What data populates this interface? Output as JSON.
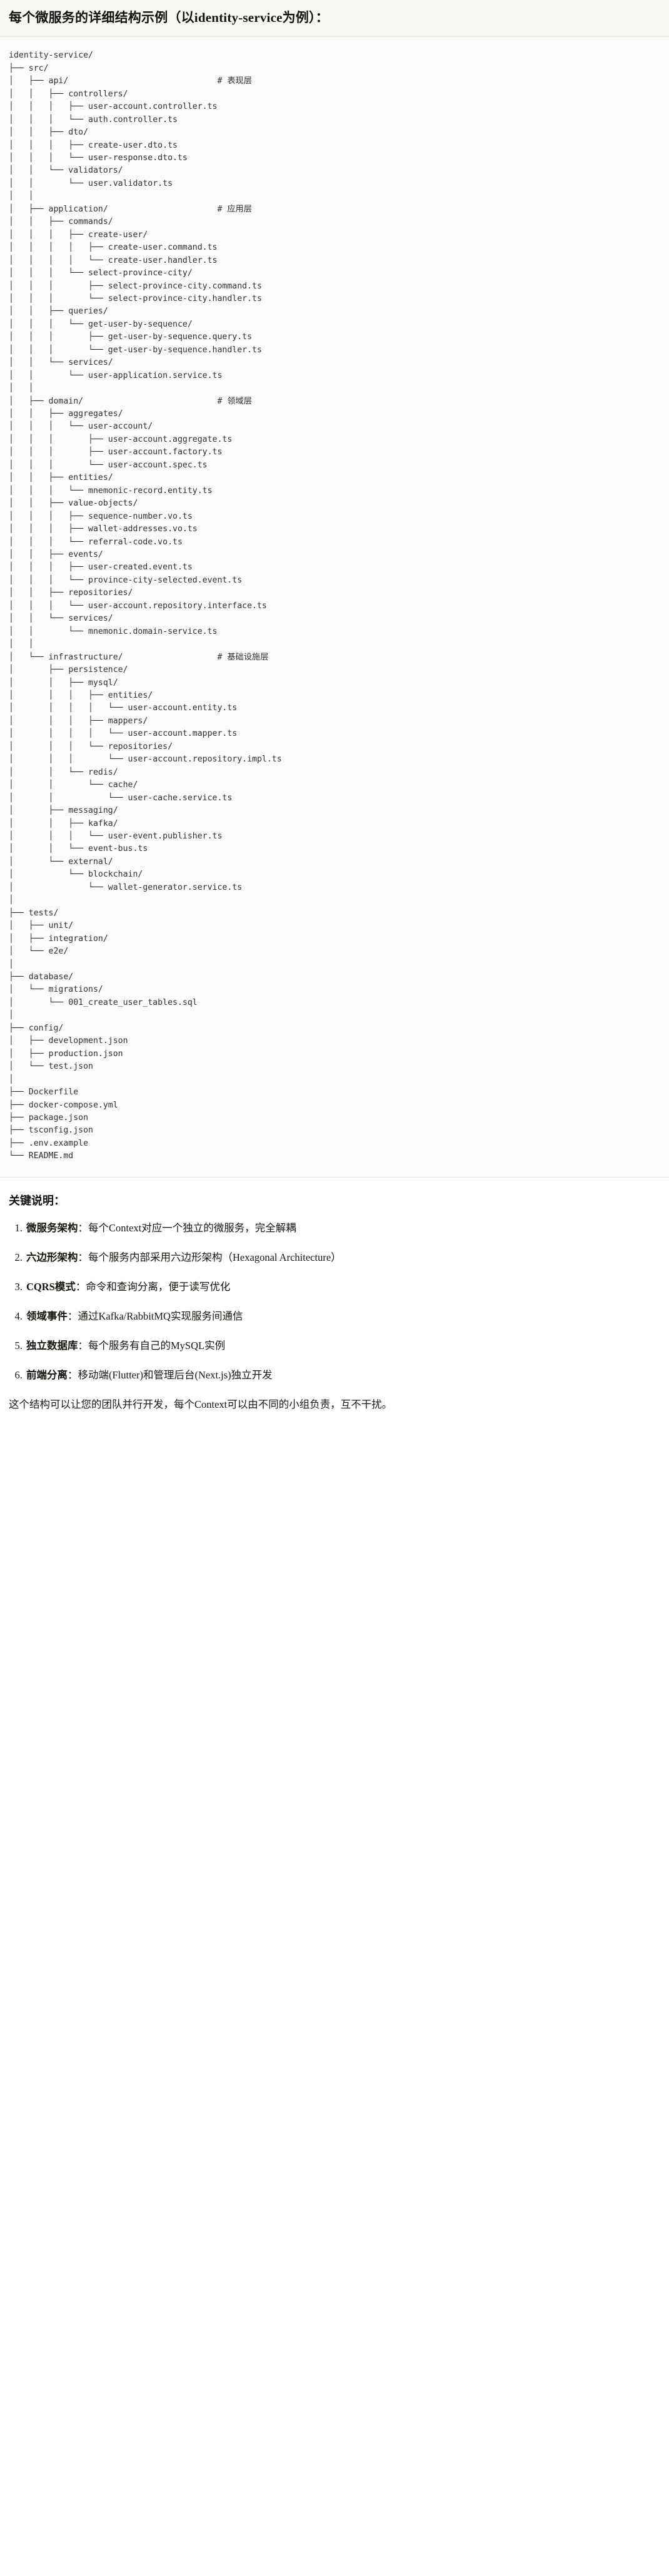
{
  "heading": {
    "title": "每个微服务的详细结构示例（以identity-service为例）："
  },
  "tree": {
    "root_label": "identity-service/",
    "comments": {
      "api": "# 表现层",
      "application": "# 应用层",
      "domain": "# 领域层",
      "infrastructure": "# 基础设施层"
    },
    "text": "identity-service/\n├── src/\n│   ├── api/                              # 表现层\n│   │   ├── controllers/\n│   │   │   ├── user-account.controller.ts\n│   │   │   └── auth.controller.ts\n│   │   ├── dto/\n│   │   │   ├── create-user.dto.ts\n│   │   │   └── user-response.dto.ts\n│   │   └── validators/\n│   │       └── user.validator.ts\n│   │\n│   ├── application/                      # 应用层\n│   │   ├── commands/\n│   │   │   ├── create-user/\n│   │   │   │   ├── create-user.command.ts\n│   │   │   │   └── create-user.handler.ts\n│   │   │   └── select-province-city/\n│   │   │       ├── select-province-city.command.ts\n│   │   │       └── select-province-city.handler.ts\n│   │   ├── queries/\n│   │   │   └── get-user-by-sequence/\n│   │   │       ├── get-user-by-sequence.query.ts\n│   │   │       └── get-user-by-sequence.handler.ts\n│   │   └── services/\n│   │       └── user-application.service.ts\n│   │\n│   ├── domain/                           # 领域层\n│   │   ├── aggregates/\n│   │   │   └── user-account/\n│   │   │       ├── user-account.aggregate.ts\n│   │   │       ├── user-account.factory.ts\n│   │   │       └── user-account.spec.ts\n│   │   ├── entities/\n│   │   │   └── mnemonic-record.entity.ts\n│   │   ├── value-objects/\n│   │   │   ├── sequence-number.vo.ts\n│   │   │   ├── wallet-addresses.vo.ts\n│   │   │   └── referral-code.vo.ts\n│   │   ├── events/\n│   │   │   ├── user-created.event.ts\n│   │   │   └── province-city-selected.event.ts\n│   │   ├── repositories/\n│   │   │   └── user-account.repository.interface.ts\n│   │   └── services/\n│   │       └── mnemonic.domain-service.ts\n│   │\n│   └── infrastructure/                   # 基础设施层\n│       ├── persistence/\n│       │   ├── mysql/\n│       │   │   ├── entities/\n│       │   │   │   └── user-account.entity.ts\n│       │   │   ├── mappers/\n│       │   │   │   └── user-account.mapper.ts\n│       │   │   └── repositories/\n│       │   │       └── user-account.repository.impl.ts\n│       │   └── redis/\n│       │       └── cache/\n│       │           └── user-cache.service.ts\n│       ├── messaging/\n│       │   ├── kafka/\n│       │   │   └── user-event.publisher.ts\n│       │   └── event-bus.ts\n│       └── external/\n│           └── blockchain/\n│               └── wallet-generator.service.ts\n│\n├── tests/\n│   ├── unit/\n│   ├── integration/\n│   └── e2e/\n│\n├── database/\n│   └── migrations/\n│       └── 001_create_user_tables.sql\n│\n├── config/\n│   ├── development.json\n│   ├── production.json\n│   └── test.json\n│\n├── Dockerfile\n├── docker-compose.yml\n├── package.json\n├── tsconfig.json\n├── .env.example\n└── README.md"
  },
  "notes": {
    "title": "关键说明：",
    "items": [
      {
        "term": "微服务架构",
        "sep": "：",
        "desc": "每个Context对应一个独立的微服务，完全解耦"
      },
      {
        "term": "六边形架构",
        "sep": "：",
        "desc": "每个服务内部采用六边形架构（Hexagonal Architecture）"
      },
      {
        "term": "CQRS模式",
        "sep": "：",
        "desc": "命令和查询分离，便于读写优化"
      },
      {
        "term": "领域事件",
        "sep": "：",
        "desc": "通过Kafka/RabbitMQ实现服务间通信"
      },
      {
        "term": "独立数据库",
        "sep": "：",
        "desc": "每个服务有自己的MySQL实例"
      },
      {
        "term": "前端分离",
        "sep": "：",
        "desc": "移动端(Flutter)和管理后台(Next.js)独立开发"
      }
    ],
    "closing": "这个结构可以让您的团队并行开发，每个Context可以由不同的小组负责，互不干扰。"
  },
  "colors": {
    "heading_bg": "#f7f7f4",
    "tree_bg": "#fbfbf9",
    "tree_text": "#2d3135",
    "body_text": "#17160f",
    "divider": "#e6e6e1"
  }
}
